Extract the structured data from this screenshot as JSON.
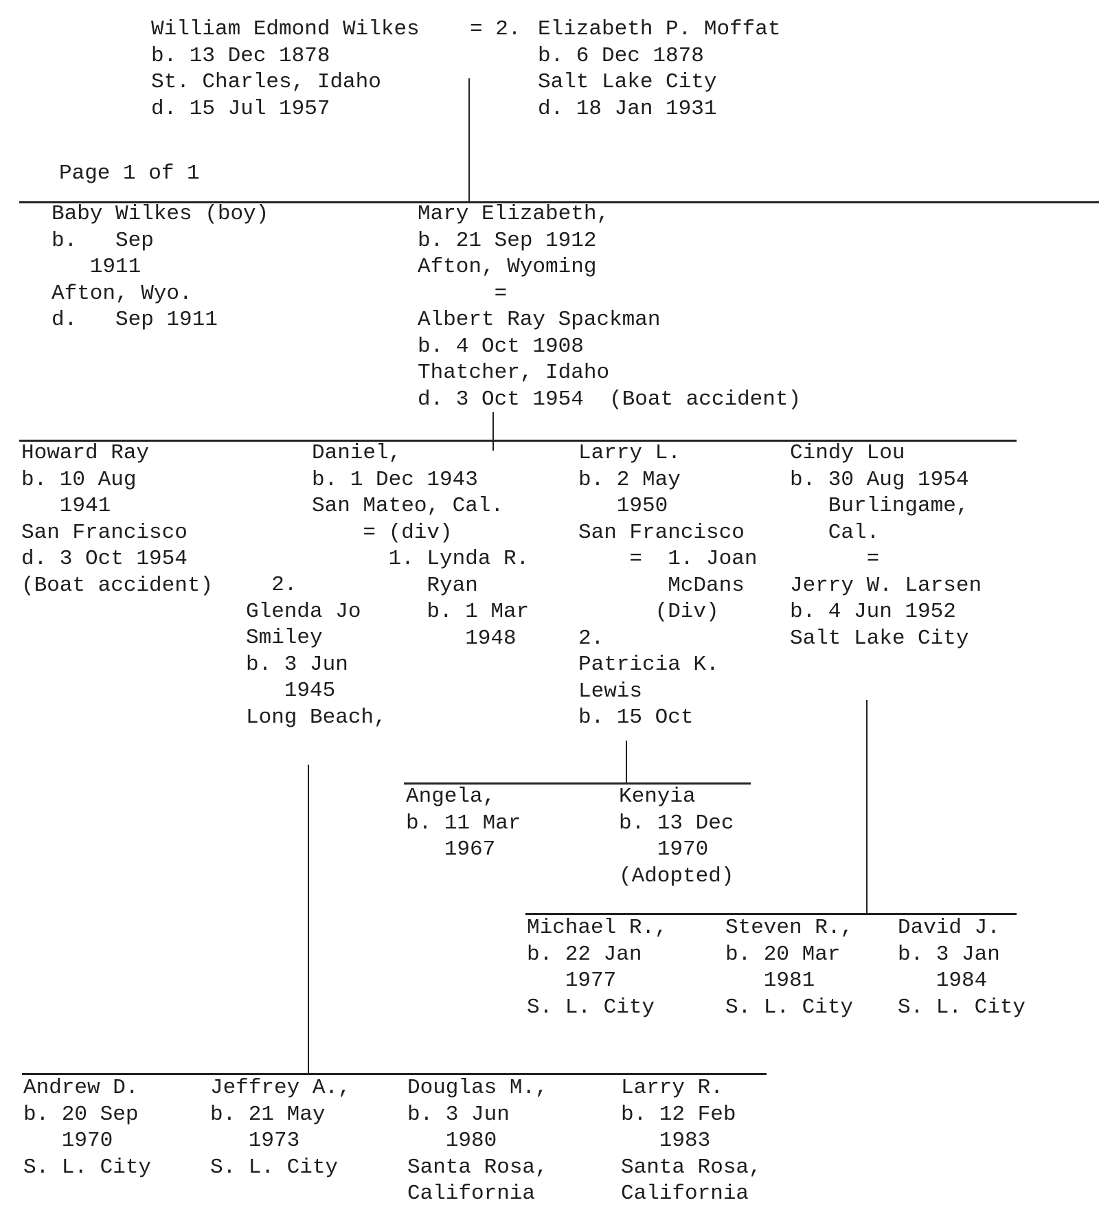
{
  "page_label": "Page 1 of 1",
  "generation1": {
    "husband": [
      "William Edmond Wilkes",
      "b. 13 Dec 1878",
      "St. Charles, Idaho",
      "d. 15 Jul 1957"
    ],
    "marriage_marker": "= 2.",
    "wife": [
      "Elizabeth P. Moffat",
      "b. 6 Dec 1878",
      "Salt Lake City",
      "d. 18 Jan 1931"
    ]
  },
  "generation2": {
    "baby_wilkes": [
      "Baby Wilkes (boy)",
      "b.   Sep",
      "   1911",
      "Afton, Wyo.",
      "d.   Sep 1911"
    ],
    "mary_elizabeth": [
      "Mary Elizabeth,",
      "b. 21 Sep 1912",
      "Afton, Wyoming",
      "      =",
      "Albert Ray Spackman",
      "b. 4 Oct 1908",
      "Thatcher, Idaho",
      "d. 3 Oct 1954  (Boat accident)"
    ]
  },
  "generation3": {
    "howard": [
      "Howard Ray",
      "b. 10 Aug",
      "   1941",
      "San Francisco",
      "d. 3 Oct 1954",
      "(Boat accident)"
    ],
    "daniel": [
      "Daniel,",
      "b. 1 Dec 1943",
      "San Mateo, Cal.",
      "    = (div)",
      "      1. Lynda R.",
      "         Ryan",
      "         b. 1 Mar",
      "            1948"
    ],
    "glenda": [
      "  2.",
      "Glenda Jo",
      "Smiley",
      "b. 3 Jun",
      "   1945",
      "Long Beach,"
    ],
    "larry": [
      "Larry L.",
      "b. 2 May",
      "   1950",
      "San Francisco",
      "    =  1. Joan",
      "       McDans",
      "      (Div)",
      "2.",
      "Patricia K.",
      "Lewis",
      "b. 15 Oct"
    ],
    "cindy": [
      "Cindy Lou",
      "b. 30 Aug 1954",
      "   Burlingame,",
      "   Cal.",
      "      =",
      "Jerry W. Larsen",
      "b. 4 Jun 1952",
      "Salt Lake City"
    ]
  },
  "generation4": {
    "angela": [
      "Angela,",
      "b. 11 Mar",
      "   1967"
    ],
    "kenyia": [
      "Kenyia",
      "b. 13 Dec",
      "   1970",
      "(Adopted)"
    ],
    "michael": [
      "Michael R.,",
      "b. 22 Jan",
      "   1977",
      "S. L. City"
    ],
    "steven": [
      "Steven R.,",
      "b. 20 Mar",
      "   1981",
      "S. L. City"
    ],
    "david": [
      "David J.",
      "b. 3 Jan",
      "   1984",
      "S. L. City"
    ],
    "andrew": [
      "Andrew D.",
      "b. 20 Sep",
      "   1970",
      "S. L. City"
    ],
    "jeffrey": [
      "Jeffrey A.,",
      "b. 21 May",
      "   1973",
      "S. L. City"
    ],
    "douglas": [
      "Douglas M.,",
      "b. 3 Jun",
      "   1980",
      "Santa Rosa,",
      "California"
    ],
    "larry_r": [
      "Larry R.",
      "b. 12 Feb",
      "   1983",
      "Santa Rosa,",
      "California"
    ]
  }
}
